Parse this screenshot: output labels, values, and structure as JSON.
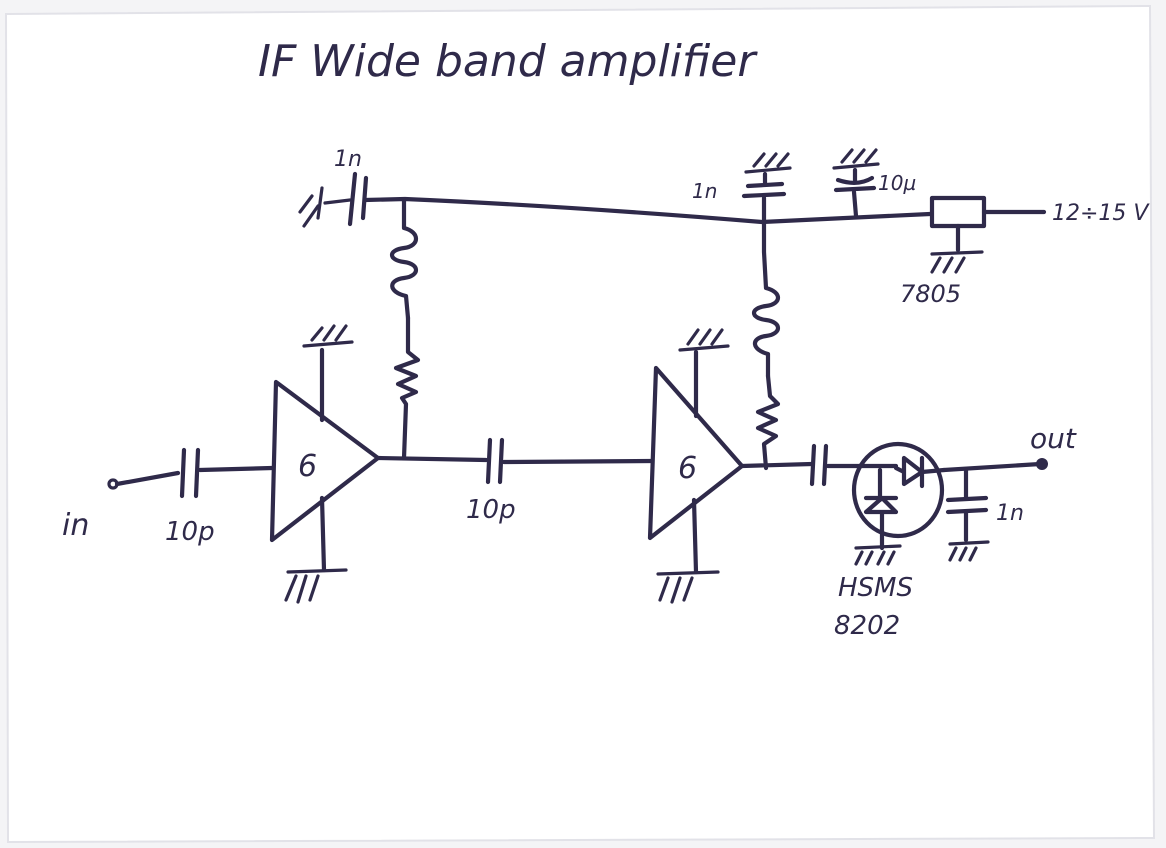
{
  "title": "IF Wide band amplifier",
  "labels": {
    "input": "in",
    "output": "out",
    "amp1_gain": "6",
    "amp2_gain": "6",
    "cap_in": "10p",
    "cap_mid": "10p",
    "cap_bypass_left": "1n",
    "cap_supply_1": "1n",
    "cap_supply_2": "10µ",
    "supply_voltage": "12÷15 V",
    "regulator": "7805",
    "diode_part_line1": "HSMS",
    "diode_part_line2": "8202",
    "cap_out": "1n"
  },
  "colors": {
    "ink": "#2f2a4a",
    "paper": "#ffffff",
    "background": "#f4f4f6"
  }
}
